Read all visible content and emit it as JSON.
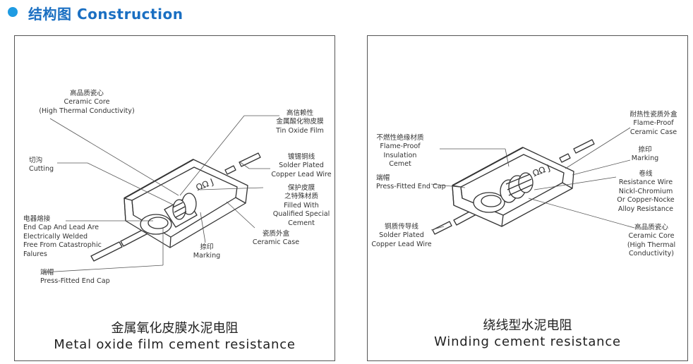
{
  "header": {
    "title": "结构图 Construction"
  },
  "panel_left": {
    "caption_zh": "金属氧化皮膜水泥电阻",
    "caption_en": "Metal oxide film cement resistance",
    "marking_text": "ΩΩ J",
    "labels": {
      "core": [
        "高品质瓷心",
        "Ceramic Core",
        "(High Thermal Conductivity)"
      ],
      "tin": [
        "高信赖性",
        "金属酸化物皮膜",
        "Tin Oxide Film"
      ],
      "cutting": [
        "切沟",
        "Cutting"
      ],
      "solder": [
        "镀锡铜线",
        "Solder Plated",
        "Copper Lead Wire"
      ],
      "protective": [
        "保护皮膜",
        "之特殊材质",
        "Filled With",
        "Qualified Special",
        "Cement"
      ],
      "endcap_weld": [
        "电器熔接",
        "End Cap And Lead Are",
        "Electrically Welded",
        "Free From Catastrophic",
        "Falures"
      ],
      "case": [
        "瓷质外盒",
        "Ceramic Case"
      ],
      "marking": [
        "捺印",
        "Marking"
      ],
      "endcap": [
        "端帽",
        "Press-Fitted End Cap"
      ]
    }
  },
  "panel_right": {
    "caption_zh": "绕线型水泥电阻",
    "caption_en": "Winding cement resistance",
    "marking_text": "ΩΩ J",
    "labels": {
      "case": [
        "耐热性瓷质外盒",
        "Flame-Proof",
        "Ceramic Case"
      ],
      "flame": [
        "不燃性绝缘材质",
        "Flame-Proof",
        "Insulation",
        "Cemet"
      ],
      "marking": [
        "捺印",
        "Marking"
      ],
      "endcap": [
        "端帽",
        "Press-Fitted End Cap"
      ],
      "wire": [
        "卷线",
        "Resistance Wire",
        "Nickl-Chromium",
        "Or Copper-Nocke",
        "Alloy Resistance"
      ],
      "solder": [
        "铜质传导线",
        "Solder Plated",
        "Copper Lead Wire"
      ],
      "core": [
        "高品质瓷心",
        "Ceramic Core",
        "(High Thermal",
        "Conductivity)"
      ]
    }
  }
}
